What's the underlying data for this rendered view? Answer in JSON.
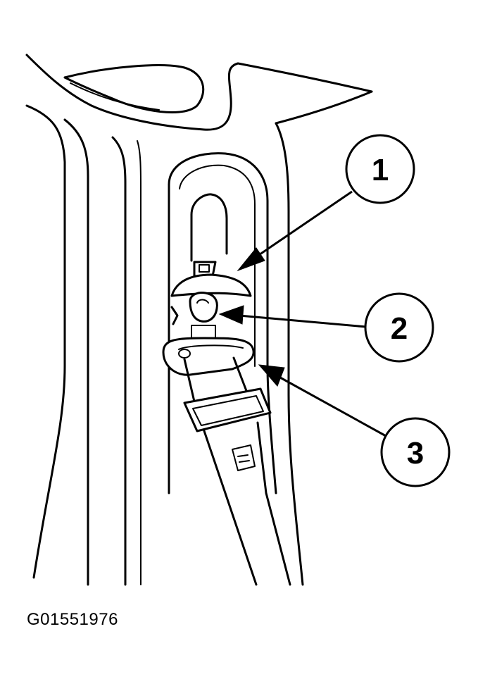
{
  "figure_id": "G01551976",
  "callouts": [
    {
      "number": "1"
    },
    {
      "number": "2"
    },
    {
      "number": "3"
    }
  ],
  "colors": {
    "ink": "#000000",
    "paper": "#ffffff"
  }
}
